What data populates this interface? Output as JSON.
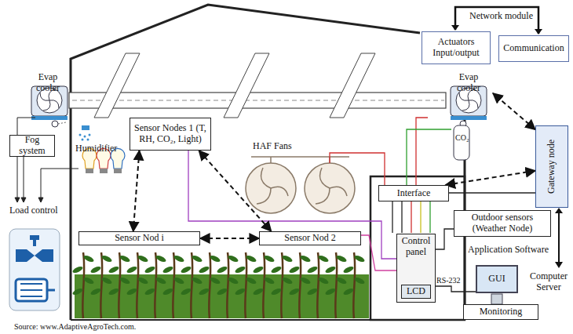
{
  "diagram": {
    "nodes": [
      {
        "text": [
          "Actuators Input/output"
        ]
      },
      {
        "text": [
          "Communication"
        ]
      },
      {
        "text": [
          "Evap cooler"
        ]
      },
      {
        "text": [
          "Evap cooler"
        ]
      },
      {
        "text": [
          "Fog system"
        ]
      },
      {
        "text": [
          "Sensor Nodes 1 (T, RH, CO₂, Light)"
        ]
      },
      {
        "text": [
          "Gateway node"
        ]
      },
      {
        "text": [
          "Interface"
        ]
      },
      {
        "text": [
          "Outdoor sensors (Weather Node)"
        ]
      },
      {
        "text": [
          "Sensor Nod i"
        ]
      },
      {
        "text": [
          "Sensor Nod 2"
        ]
      },
      {
        "text": [
          "Control panel"
        ]
      },
      {
        "text": [
          "LCD"
        ],
        "in": 11
      },
      {
        "text": [
          "GUI"
        ]
      },
      {
        "text": [
          "Monitoring"
        ]
      }
    ],
    "edges": [
      {
        "from": 5,
        "to": 9,
        "arrow": "both"
      },
      {
        "from": 5,
        "to": 10,
        "arrow": "both"
      },
      {
        "from": 9,
        "to": 10,
        "arrow": "both"
      },
      {
        "from": 6,
        "to": 3,
        "arrow": "both"
      },
      {
        "from": 6,
        "to": 7,
        "arrow": "both"
      }
    ],
    "labels": [
      "Network module",
      "Humidifier",
      "HAF Fans",
      "CO₂",
      "Load control",
      "RS-232",
      "Application Software",
      "Computer Server",
      "Source: www.AdaptiveAgroTech.com."
    ]
  }
}
